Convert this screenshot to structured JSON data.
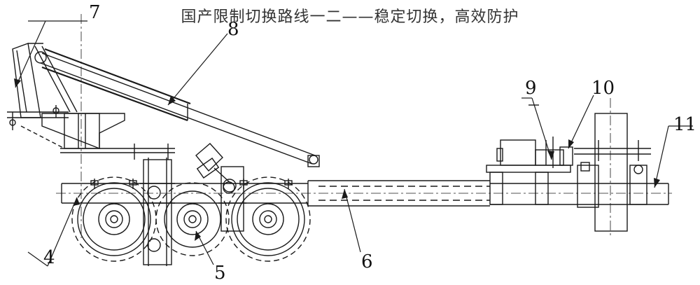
{
  "title": "国产限制切换路线一二——稳定切换，高效防护",
  "labels": {
    "l4": "4",
    "l5": "5",
    "l6": "6",
    "l7": "7",
    "l8": "8",
    "l9": "9",
    "l10": "10",
    "l11": "11"
  },
  "colors": {
    "line": "#1a1a1a",
    "bg": "#ffffff"
  }
}
